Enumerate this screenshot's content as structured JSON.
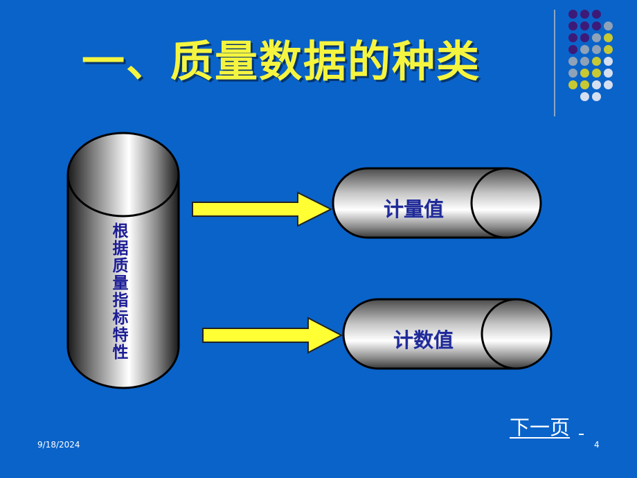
{
  "slide": {
    "title": "一、质量数据的种类",
    "cylinder_text": "根据质量指标特性",
    "measured_value": "计量值",
    "count_value": "计数值",
    "next_page": "下一页",
    "date": "9/18/2024",
    "page_number": "4"
  },
  "colors": {
    "background": "#0a63c9",
    "title": "#f5f540",
    "arrow": "#ffff33",
    "label": "#1f2a99",
    "dot_purple": "#3d1a78",
    "dot_gray": "#8fa2b8",
    "dot_yellow": "#c8c832",
    "dot_light": "#d6dff0"
  }
}
